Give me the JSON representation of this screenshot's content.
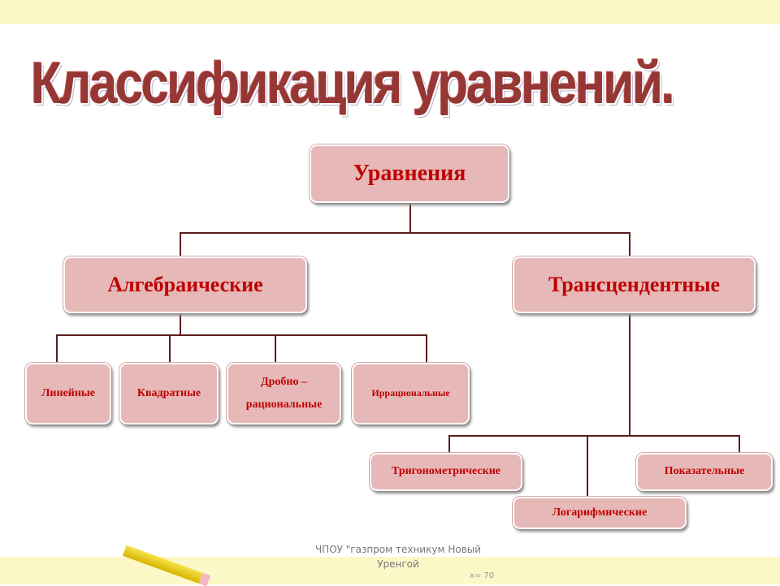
{
  "title": "Классификация уравнений.",
  "nodes": {
    "root": "Уравнения",
    "algebraic": "Алгебраические",
    "transcendental": "Трансцендентные",
    "linear": "Линейные",
    "quadratic": "Квадратные",
    "fractional": "Дробно – рациональные",
    "irrational": "Иррациональные",
    "trigonometric": "Тригонометрические",
    "logarithmic": "Логарифмические",
    "exponential": "Показательные"
  },
  "footer": {
    "line1": "ЧПОУ \"газпром техникум Новый",
    "line2": "Уренгой"
  },
  "decor": {
    "formula": "x= 70"
  }
}
